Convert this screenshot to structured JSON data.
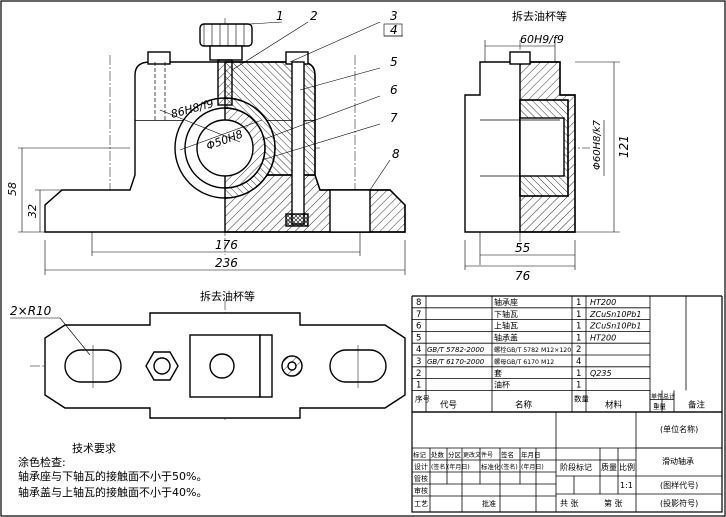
{
  "views": {
    "side_view_title": "拆去油杯等",
    "top_view_title": "拆去油杯等"
  },
  "balloons": [
    "1",
    "2",
    "3",
    "4",
    "5",
    "6",
    "7",
    "8"
  ],
  "dimensions": {
    "bore_fit": "86H8/f9",
    "inner_dia": "Φ50H8",
    "height_58": "58",
    "height_32": "32",
    "span_176": "176",
    "width_236": "236",
    "side_fit_width": "60H9/f9",
    "side_bush_dia": "Φ60H8/k7",
    "side_height": "121",
    "side_55": "55",
    "side_76": "76",
    "slot_radius": "2×R10"
  },
  "tech_requirements": {
    "title": "技术要求",
    "heading": "涂色检查:",
    "line1": "轴承座与下轴瓦的接触面不小于50%。",
    "line2": "轴承盖与上轴瓦的接触面不小于40%。"
  },
  "bom": {
    "rows": [
      {
        "no": "8",
        "code": "",
        "name": "轴承座",
        "qty": "1",
        "material": "HT200"
      },
      {
        "no": "7",
        "code": "",
        "name": "下轴瓦",
        "qty": "1",
        "material": "ZCuSn10Pb1"
      },
      {
        "no": "6",
        "code": "",
        "name": "上轴瓦",
        "qty": "1",
        "material": "ZCuSn10Pb1"
      },
      {
        "no": "5",
        "code": "",
        "name": "轴承盖",
        "qty": "1",
        "material": "HT200"
      },
      {
        "no": "4",
        "code": "GB/T 5782-2000",
        "name": "螺栓GB/T 5782 M12×120",
        "qty": "2",
        "material": ""
      },
      {
        "no": "3",
        "code": "GB/T 6170-2000",
        "name": "螺母GB/T 6170 M12",
        "qty": "4",
        "material": ""
      },
      {
        "no": "2",
        "code": "",
        "name": "套",
        "qty": "1",
        "material": "Q235"
      },
      {
        "no": "1",
        "code": "",
        "name": "油杯",
        "qty": "1",
        "material": ""
      }
    ],
    "header": {
      "no": "序号",
      "code": "代号",
      "name": "名称",
      "qty": "数量",
      "material": "材料",
      "unit_weight": "单件",
      "total_weight": "总计",
      "weight": "重量",
      "remark": "备注"
    }
  },
  "title_block": {
    "unit_name": "(单位名称)",
    "drawing_name": "滑动轴承",
    "drawing_code": "(图样代号)",
    "archive_code": "(投影符号)",
    "scale": "1:1",
    "stage": "阶段标记",
    "mass": "质量",
    "ratio": "比例",
    "sheet_total": "共  张",
    "sheet_no": "第  张",
    "rev_cols": [
      "标记",
      "处数",
      "分区",
      "更改文件号",
      "签名",
      "年月日"
    ],
    "roles": [
      "设计",
      "审核",
      "工艺"
    ],
    "role_fields": [
      "(签名)",
      "(年月日)",
      "标准化",
      "(签名)",
      "(年月日)"
    ],
    "approve": "批准",
    "standard": "标准化",
    "mgmt": "管核"
  }
}
